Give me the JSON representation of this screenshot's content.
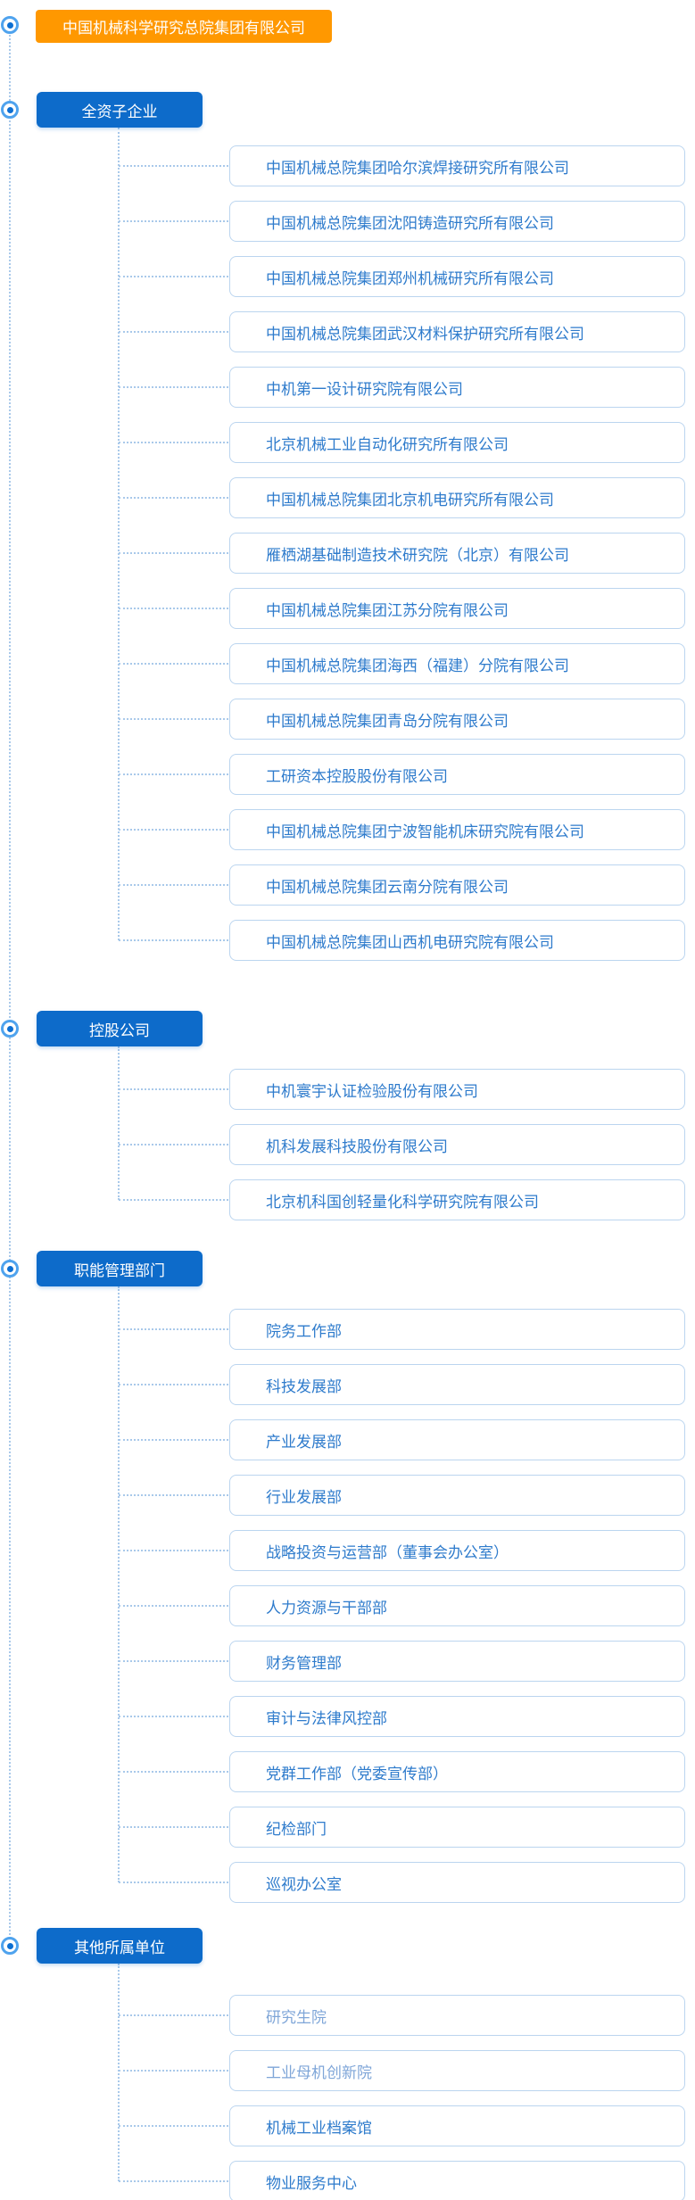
{
  "root": {
    "label": "中国机械科学研究总院集团有限公司"
  },
  "colors": {
    "root_background": "#FF9800",
    "section_background": "#0D6BCA",
    "item_text": "#2E7BCC",
    "item_text_muted": "#7FA6D8",
    "connector_line": "#A9C9EA",
    "item_border": "#BBD5EF"
  },
  "icons": {
    "node_marker": "radio-bullet-icon"
  },
  "sections": [
    {
      "label": "全资子企业",
      "items": [
        {
          "label": "中国机械总院集团哈尔滨焊接研究所有限公司"
        },
        {
          "label": "中国机械总院集团沈阳铸造研究所有限公司"
        },
        {
          "label": "中国机械总院集团郑州机械研究所有限公司"
        },
        {
          "label": "中国机械总院集团武汉材料保护研究所有限公司"
        },
        {
          "label": "中机第一设计研究院有限公司"
        },
        {
          "label": "北京机械工业自动化研究所有限公司"
        },
        {
          "label": "中国机械总院集团北京机电研究所有限公司"
        },
        {
          "label": "雁栖湖基础制造技术研究院（北京）有限公司"
        },
        {
          "label": "中国机械总院集团江苏分院有限公司"
        },
        {
          "label": "中国机械总院集团海西（福建）分院有限公司"
        },
        {
          "label": "中国机械总院集团青岛分院有限公司"
        },
        {
          "label": "工研资本控股股份有限公司"
        },
        {
          "label": "中国机械总院集团宁波智能机床研究院有限公司"
        },
        {
          "label": "中国机械总院集团云南分院有限公司"
        },
        {
          "label": "中国机械总院集团山西机电研究院有限公司"
        }
      ]
    },
    {
      "label": "控股公司",
      "items": [
        {
          "label": "中机寰宇认证检验股份有限公司"
        },
        {
          "label": "机科发展科技股份有限公司"
        },
        {
          "label": "北京机科国创轻量化科学研究院有限公司"
        }
      ]
    },
    {
      "label": "职能管理部门",
      "items": [
        {
          "label": "院务工作部"
        },
        {
          "label": "科技发展部"
        },
        {
          "label": "产业发展部"
        },
        {
          "label": "行业发展部"
        },
        {
          "label": "战略投资与运营部（董事会办公室）"
        },
        {
          "label": "人力资源与干部部"
        },
        {
          "label": "财务管理部"
        },
        {
          "label": "审计与法律风控部"
        },
        {
          "label": "党群工作部（党委宣传部）"
        },
        {
          "label": "纪检部门"
        },
        {
          "label": "巡视办公室"
        }
      ]
    },
    {
      "label": "其他所属单位",
      "items": [
        {
          "label": "研究生院",
          "muted": true
        },
        {
          "label": "工业母机创新院",
          "muted": true
        },
        {
          "label": "机械工业档案馆"
        },
        {
          "label": "物业服务中心"
        }
      ]
    }
  ]
}
